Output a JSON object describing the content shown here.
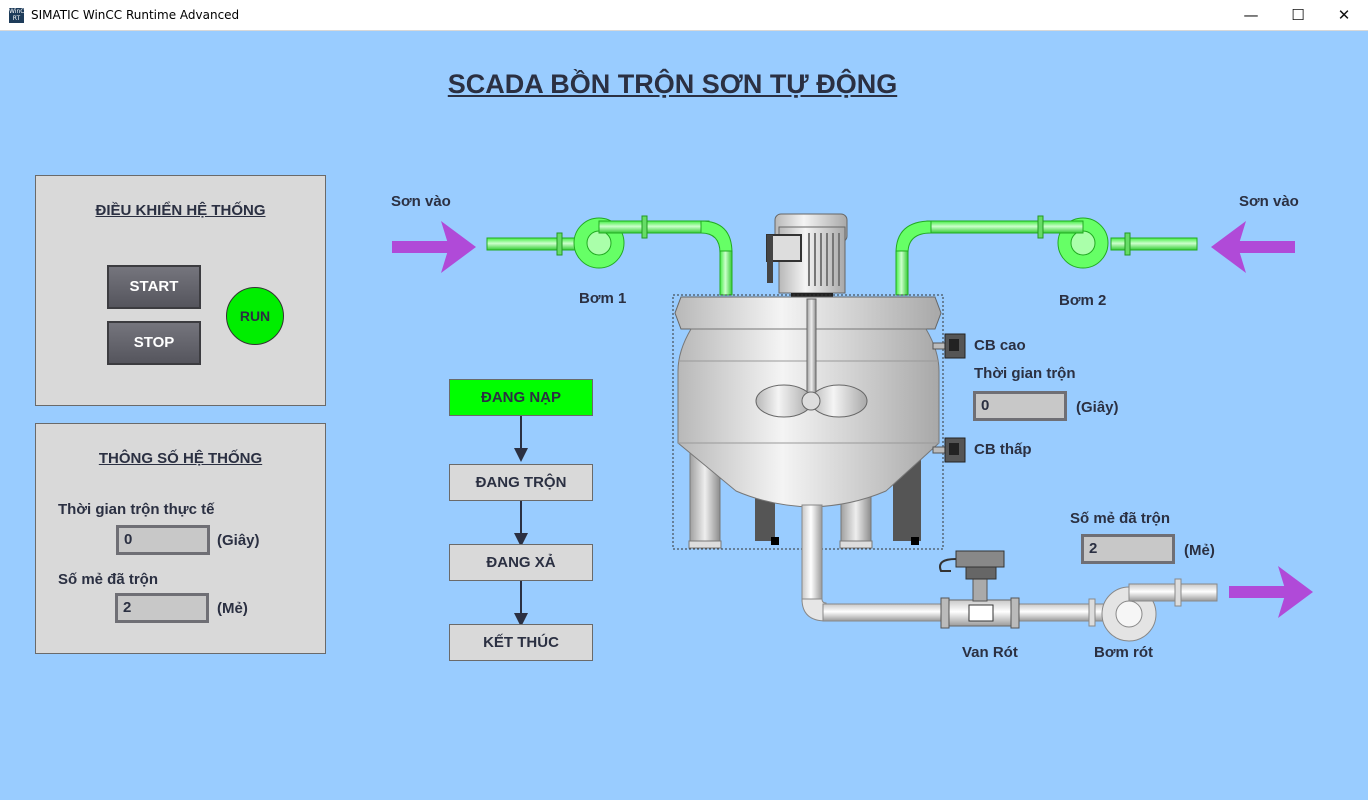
{
  "window": {
    "title": "SIMATIC WinCC Runtime Advanced",
    "icon_text": "WinCC RT",
    "minimize": "—",
    "maximize": "☐",
    "close": "✕"
  },
  "page_title": "SCADA BỒN TRỘN SƠN TỰ ĐỘNG",
  "control_panel": {
    "title": "ĐIỀU KHIỂN HỆ THỐNG",
    "start_label": "START",
    "stop_label": "STOP",
    "run_lamp": "RUN",
    "run_color": "#00ee00"
  },
  "params_panel": {
    "title": "THÔNG SỐ HỆ THỐNG",
    "actual_time_label": "Thời gian trộn thực tế",
    "actual_time_value": "0",
    "actual_time_unit": "(Giây)",
    "batches_label": "Số mẻ đã trộn",
    "batches_value": "2",
    "batches_unit": "(Mẻ)"
  },
  "sequence": {
    "steps": [
      "ĐANG NẠP",
      "ĐANG TRỘN",
      "ĐANG XẢ",
      "KẾT THÚC"
    ],
    "active_index": 0,
    "active_color": "#00ff00"
  },
  "plant": {
    "paint_in_left": "Sơn vào",
    "paint_in_right": "Sơn vào",
    "pump1": "Bơm 1",
    "pump2": "Bơm 2",
    "sensor_high": "CB cao",
    "sensor_low": "CB thấp",
    "mix_time_label": "Thời gian trộn",
    "mix_time_value": "0",
    "mix_time_unit": "(Giây)",
    "batch_count_label": "Số mẻ đã trộn",
    "batch_count_value": "2",
    "batch_count_unit": "(Mẻ)",
    "discharge_valve": "Van Rót",
    "discharge_pump": "Bơm rót",
    "arrow_color": "#b04ad8",
    "active_pipe_color": "#66ff66"
  }
}
